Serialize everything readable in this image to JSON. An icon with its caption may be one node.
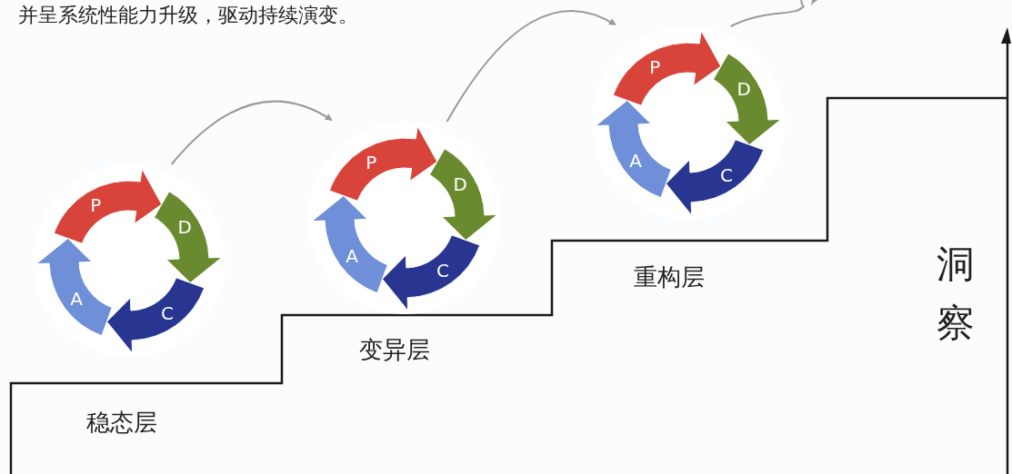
{
  "diagram": {
    "nodes": [
      {
        "text": [],
        "shape": "circle"
      },
      {
        "text": [
          "P"
        ],
        "in": 0
      },
      {
        "text": [
          "D"
        ],
        "in": 0
      },
      {
        "text": [
          "C"
        ],
        "in": 0
      },
      {
        "text": [
          "A"
        ],
        "in": 0
      },
      {
        "text": [],
        "shape": "circle"
      },
      {
        "text": [
          "P"
        ],
        "in": 5
      },
      {
        "text": [
          "D"
        ],
        "in": 5
      },
      {
        "text": [
          "C"
        ],
        "in": 5
      },
      {
        "text": [
          "A"
        ],
        "in": 5
      },
      {
        "text": [],
        "shape": "circle"
      },
      {
        "text": [
          "P"
        ],
        "in": 10
      },
      {
        "text": [
          "D"
        ],
        "in": 10
      },
      {
        "text": [
          "C"
        ],
        "in": 10
      },
      {
        "text": [
          "A"
        ],
        "in": 10
      }
    ],
    "edges": [
      {
        "from": 0,
        "to": 5,
        "arrow": "to"
      },
      {
        "from": 5,
        "to": 10,
        "arrow": "to"
      },
      {
        "from": 10,
        "to": null,
        "arrow": "none"
      }
    ],
    "labels": [
      "并呈系统性能力升级，驱动持续演变。",
      "稳态层",
      "变异层",
      "重构层",
      "洞察"
    ]
  }
}
